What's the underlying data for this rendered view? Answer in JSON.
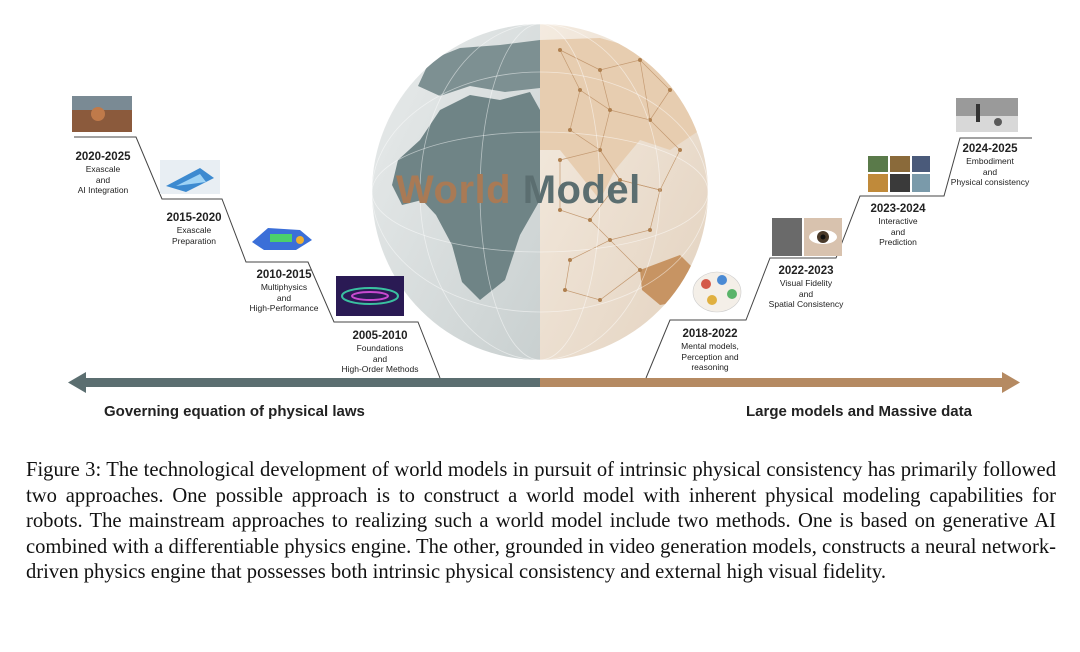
{
  "diagram": {
    "title_left": "World",
    "title_right": "Model",
    "left_stages": [
      {
        "year": "2020-2025",
        "desc": "Exascale\nand\nAI Integration"
      },
      {
        "year": "2015-2020",
        "desc": "Exascale\nPreparation"
      },
      {
        "year": "2010-2015",
        "desc": "Multiphysics\nand\nHigh-Performance"
      },
      {
        "year": "2005-2010",
        "desc": "Foundations\nand\nHigh-Order Methods"
      }
    ],
    "right_stages": [
      {
        "year": "2018-2022",
        "desc": "Mental models,\nPerception and\nreasoning"
      },
      {
        "year": "2022-2023",
        "desc": "Visual Fidelity\nand\nSpatial Consistency"
      },
      {
        "year": "2023-2024",
        "desc": "Interactive\nand\nPrediction"
      },
      {
        "year": "2024-2025",
        "desc": "Embodiment\nand\nPhysical consistency"
      }
    ],
    "left_approach": "Governing equation of physical laws",
    "right_approach": "Large models and Massive data",
    "colors": {
      "left": "#5b6e70",
      "right": "#b58a62"
    }
  },
  "caption": "Figure 3: The technological development of world models in pursuit of intrinsic physical consistency has primarily followed two approaches. One possible approach is to construct a world model with inherent physical modeling capabilities for robots. The mainstream approaches to realizing such a world model include two methods. One is based on generative AI combined with a differentiable physics engine. The other, grounded in video generation models, constructs a neural network-driven physics engine that possesses both intrinsic physical consistency and external high visual fidelity."
}
